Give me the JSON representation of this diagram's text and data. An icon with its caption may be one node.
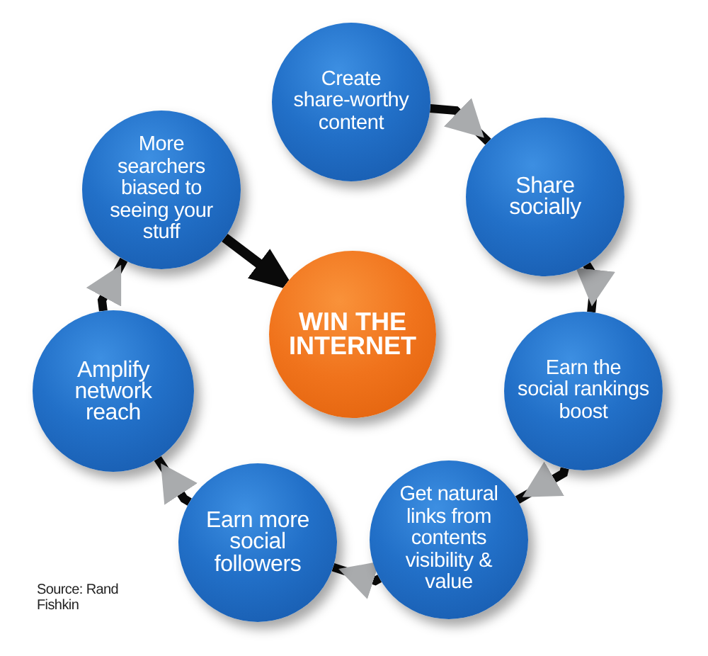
{
  "diagram": {
    "nodes": [
      {
        "text": [
          "Create share-worthy content"
        ]
      },
      {
        "text": [
          "Share socially"
        ]
      },
      {
        "text": [
          "Earn the social rankings boost"
        ]
      },
      {
        "text": [
          "Get natural links from contents visibility & value"
        ]
      },
      {
        "text": [
          "Earn more social followers"
        ]
      },
      {
        "text": [
          "Amplify network reach"
        ]
      },
      {
        "text": [
          "More searchers biased to seeing your stuff"
        ]
      },
      {
        "text": [
          "WIN THE INTERNET"
        ]
      }
    ],
    "edges": [
      {
        "from": 0,
        "to": 1,
        "arrow": "to"
      },
      {
        "from": 1,
        "to": 2,
        "arrow": "to"
      },
      {
        "from": 2,
        "to": 3,
        "arrow": "to"
      },
      {
        "from": 3,
        "to": 4,
        "arrow": "to"
      },
      {
        "from": 4,
        "to": 5,
        "arrow": "to"
      },
      {
        "from": 5,
        "to": 6,
        "arrow": "to"
      },
      {
        "from": 6,
        "to": 7,
        "arrow": "to"
      }
    ],
    "labels": [
      "Source: Rand Fishkin"
    ]
  }
}
